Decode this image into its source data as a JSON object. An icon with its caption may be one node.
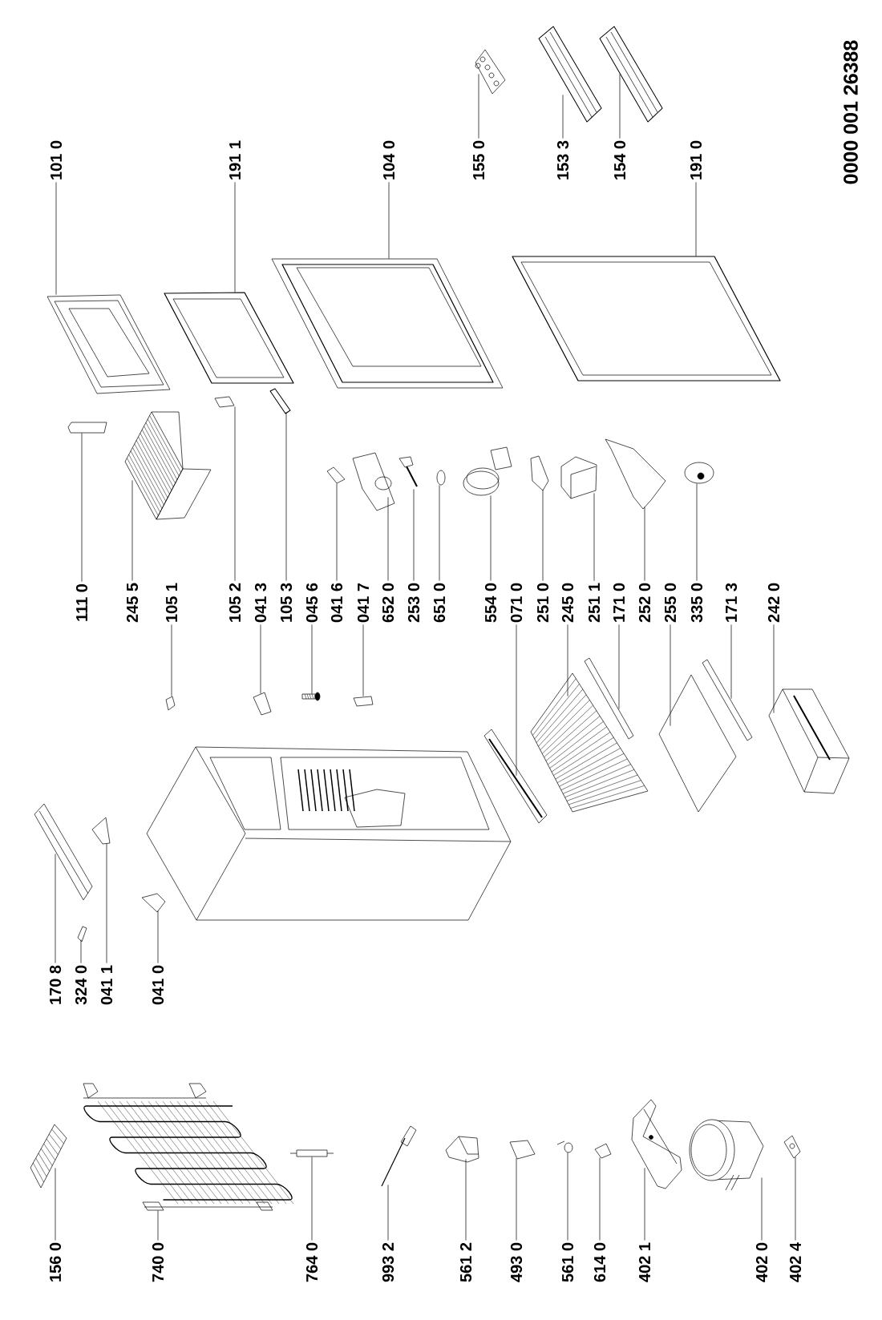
{
  "diagram": {
    "nodes": [
      {
        "text": [
          "101 0"
        ]
      },
      {
        "text": [
          "191 1"
        ]
      },
      {
        "text": [
          "104 0"
        ]
      },
      {
        "text": [
          "155 0"
        ]
      },
      {
        "text": [
          "153 3"
        ]
      },
      {
        "text": [
          "154 0"
        ]
      },
      {
        "text": [
          "191 0"
        ]
      },
      {
        "text": [
          "111 0"
        ]
      },
      {
        "text": [
          "245 5"
        ]
      },
      {
        "text": [
          "105 1"
        ]
      },
      {
        "text": [
          "105 2"
        ]
      },
      {
        "text": [
          "041 3"
        ]
      },
      {
        "text": [
          "105 3"
        ]
      },
      {
        "text": [
          "045 6"
        ]
      },
      {
        "text": [
          "041 6"
        ]
      },
      {
        "text": [
          "041 7"
        ]
      },
      {
        "text": [
          "652 0"
        ]
      },
      {
        "text": [
          "253 0"
        ]
      },
      {
        "text": [
          "651 0"
        ]
      },
      {
        "text": [
          "554 0"
        ]
      },
      {
        "text": [
          "071 0"
        ]
      },
      {
        "text": [
          "251 0"
        ]
      },
      {
        "text": [
          "245 0"
        ]
      },
      {
        "text": [
          "251 1"
        ]
      },
      {
        "text": [
          "171 0"
        ]
      },
      {
        "text": [
          "252 0"
        ]
      },
      {
        "text": [
          "255 0"
        ]
      },
      {
        "text": [
          "335 0"
        ]
      },
      {
        "text": [
          "171 3"
        ]
      },
      {
        "text": [
          "242 0"
        ]
      },
      {
        "text": [
          "170 8"
        ]
      },
      {
        "text": [
          "324 0"
        ]
      },
      {
        "text": [
          "041 1"
        ]
      },
      {
        "text": [
          "041 0"
        ]
      },
      {
        "text": [
          "156 0"
        ]
      },
      {
        "text": [
          "740 0"
        ]
      },
      {
        "text": [
          "764 0"
        ]
      },
      {
        "text": [
          "993 2"
        ]
      },
      {
        "text": [
          "561 2"
        ]
      },
      {
        "text": [
          "493 0"
        ]
      },
      {
        "text": [
          "561 0"
        ]
      },
      {
        "text": [
          "614 0"
        ]
      },
      {
        "text": [
          "402 1"
        ]
      },
      {
        "text": [
          "402 0"
        ]
      },
      {
        "text": [
          "402 4"
        ]
      },
      {
        "text": [],
        "shape": "picture"
      },
      {
        "text": [],
        "shape": "picture"
      },
      {
        "text": [],
        "shape": "picture"
      },
      {
        "text": [],
        "shape": "picture"
      },
      {
        "text": [],
        "shape": "picture"
      },
      {
        "text": [],
        "shape": "picture"
      },
      {
        "text": [],
        "shape": "picture"
      },
      {
        "text": [],
        "shape": "picture"
      },
      {
        "text": [],
        "shape": "picture"
      },
      {
        "text": [],
        "shape": "picture"
      },
      {
        "text": [],
        "shape": "picture"
      },
      {
        "text": [],
        "shape": "picture"
      },
      {
        "text": [],
        "shape": "picture"
      },
      {
        "text": [],
        "shape": "picture"
      },
      {
        "text": [],
        "shape": "picture"
      },
      {
        "text": [],
        "shape": "picture"
      },
      {
        "text": [],
        "shape": "picture"
      },
      {
        "text": [],
        "shape": "picture"
      },
      {
        "text": [],
        "shape": "picture"
      },
      {
        "text": [],
        "shape": "picture"
      },
      {
        "text": [],
        "shape": "picture"
      },
      {
        "text": [],
        "shape": "picture"
      },
      {
        "text": [],
        "shape": "picture"
      },
      {
        "text": [],
        "shape": "picture"
      },
      {
        "text": [],
        "shape": "picture"
      },
      {
        "text": [],
        "shape": "picture"
      },
      {
        "text": [],
        "shape": "picture"
      },
      {
        "text": [],
        "shape": "picture"
      },
      {
        "text": [],
        "shape": "picture"
      },
      {
        "text": [],
        "shape": "picture"
      },
      {
        "text": [],
        "shape": "picture"
      },
      {
        "text": [],
        "shape": "picture"
      },
      {
        "text": [],
        "shape": "picture"
      },
      {
        "text": [],
        "shape": "picture"
      },
      {
        "text": [],
        "shape": "picture"
      },
      {
        "text": [],
        "shape": "picture"
      },
      {
        "text": [],
        "shape": "picture"
      },
      {
        "text": [],
        "shape": "picture"
      },
      {
        "text": [],
        "shape": "picture"
      },
      {
        "text": [],
        "shape": "picture"
      },
      {
        "text": [],
        "shape": "picture"
      },
      {
        "text": [],
        "shape": "picture"
      },
      {
        "text": [],
        "shape": "picture"
      },
      {
        "text": [],
        "shape": "picture"
      },
      {
        "text": [],
        "shape": "picture"
      }
    ],
    "edges": [
      {
        "from": 0,
        "to": 45,
        "arrow": "none"
      },
      {
        "from": 1,
        "to": 46,
        "arrow": "none"
      },
      {
        "from": 2,
        "to": 47,
        "arrow": "none"
      },
      {
        "from": 3,
        "to": 48,
        "arrow": "none"
      },
      {
        "from": 4,
        "to": 49,
        "arrow": "none"
      },
      {
        "from": 5,
        "to": 50,
        "arrow": "none"
      },
      {
        "from": 6,
        "to": 51,
        "arrow": "none"
      },
      {
        "from": 7,
        "to": 52,
        "arrow": "none"
      },
      {
        "from": 8,
        "to": 53,
        "arrow": "none"
      },
      {
        "from": 9,
        "to": 54,
        "arrow": "none"
      },
      {
        "from": 10,
        "to": 55,
        "arrow": "none"
      },
      {
        "from": 11,
        "to": 56,
        "arrow": "none"
      },
      {
        "from": 12,
        "to": 57,
        "arrow": "none"
      },
      {
        "from": 13,
        "to": 58,
        "arrow": "none"
      },
      {
        "from": 14,
        "to": 59,
        "arrow": "none"
      },
      {
        "from": 15,
        "to": 60,
        "arrow": "none"
      },
      {
        "from": 16,
        "to": 61,
        "arrow": "none"
      },
      {
        "from": 17,
        "to": 62,
        "arrow": "none"
      },
      {
        "from": 18,
        "to": 63,
        "arrow": "none"
      },
      {
        "from": 19,
        "to": 64,
        "arrow": "none"
      },
      {
        "from": 20,
        "to": 65,
        "arrow": "none"
      },
      {
        "from": 21,
        "to": 66,
        "arrow": "none"
      },
      {
        "from": 22,
        "to": 67,
        "arrow": "none"
      },
      {
        "from": 23,
        "to": 68,
        "arrow": "none"
      },
      {
        "from": 24,
        "to": 69,
        "arrow": "none"
      },
      {
        "from": 25,
        "to": 70,
        "arrow": "none"
      },
      {
        "from": 26,
        "to": 71,
        "arrow": "none"
      },
      {
        "from": 27,
        "to": 72,
        "arrow": "none"
      },
      {
        "from": 28,
        "to": 73,
        "arrow": "none"
      },
      {
        "from": 29,
        "to": 74,
        "arrow": "none"
      },
      {
        "from": 30,
        "to": 75,
        "arrow": "none"
      },
      {
        "from": 31,
        "to": 76,
        "arrow": "none"
      },
      {
        "from": 32,
        "to": 77,
        "arrow": "none"
      },
      {
        "from": 33,
        "to": 78,
        "arrow": "none"
      },
      {
        "from": 34,
        "to": 79,
        "arrow": "none"
      },
      {
        "from": 35,
        "to": 80,
        "arrow": "none"
      },
      {
        "from": 36,
        "to": 81,
        "arrow": "none"
      },
      {
        "from": 37,
        "to": 82,
        "arrow": "none"
      },
      {
        "from": 38,
        "to": 83,
        "arrow": "none"
      },
      {
        "from": 39,
        "to": 84,
        "arrow": "none"
      },
      {
        "from": 40,
        "to": 85,
        "arrow": "none"
      },
      {
        "from": 41,
        "to": 86,
        "arrow": "none"
      },
      {
        "from": 42,
        "to": 87,
        "arrow": "none"
      },
      {
        "from": 43,
        "to": 88,
        "arrow": "none"
      },
      {
        "from": 44,
        "to": 89,
        "arrow": "none"
      }
    ],
    "labels": [
      "0000 001 26388"
    ]
  }
}
